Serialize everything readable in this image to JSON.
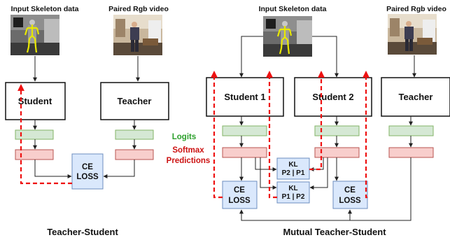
{
  "headers": {
    "input_skeleton": "Input Skeleton data",
    "paired_rgb": "Paired Rgb video"
  },
  "boxes": {
    "student": "Student",
    "teacher": "Teacher",
    "student1": "Student 1",
    "student2": "Student 2"
  },
  "loss": {
    "line1": "CE",
    "line2": "LOSS"
  },
  "kl": {
    "line1": "KL",
    "p2p1": "P2 | P1",
    "p1p2": "P1 | P2"
  },
  "legend": {
    "logits": "Logits",
    "softmax": "Softmax",
    "predictions": "Predictions"
  },
  "captions": {
    "left": "Teacher-Student",
    "right": "Mutual Teacher-Student"
  },
  "colors": {
    "logits_fill": "#d5e8d4",
    "logits_stroke": "#82b366",
    "softmax_fill": "#f8cecc",
    "softmax_stroke": "#b85450",
    "loss_fill": "#dae8fc",
    "loss_stroke": "#6c8ebf",
    "gradient_arrow": "#ee1111",
    "logits_text": "#2ca02c",
    "softmax_text": "#cc1111"
  }
}
